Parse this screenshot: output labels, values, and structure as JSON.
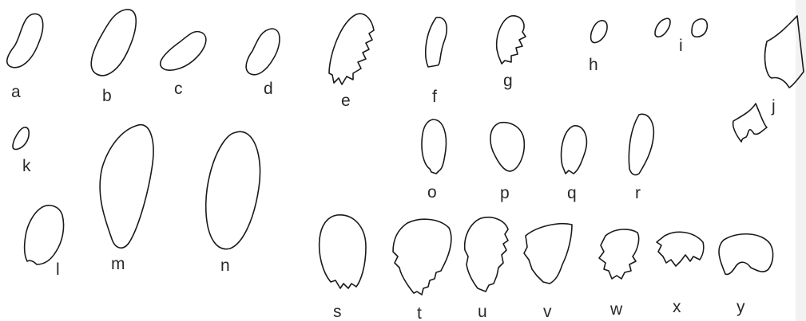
{
  "figure": {
    "labels": [
      "a",
      "b",
      "c",
      "d",
      "e",
      "f",
      "g",
      "h",
      "i",
      "j",
      "k",
      "l",
      "m",
      "n",
      "o",
      "p",
      "q",
      "r",
      "s",
      "t",
      "u",
      "v",
      "w",
      "x",
      "y"
    ]
  }
}
